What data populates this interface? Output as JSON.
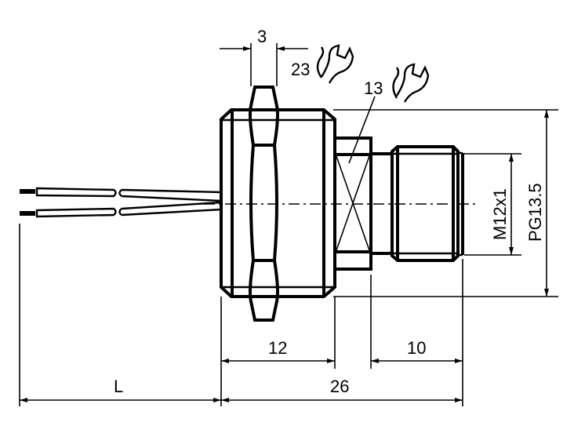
{
  "drawing": {
    "dimensions": {
      "nut_width": "3",
      "wrench_nut": "23",
      "wrench_hex": "13",
      "body_length": "12",
      "connector_length": "10",
      "total_length": "26",
      "cable_length": "L",
      "thread_connector": "M12x1",
      "thread_body": "PG13.5"
    },
    "colors": {
      "line": "#000000",
      "background": "#ffffff"
    }
  }
}
